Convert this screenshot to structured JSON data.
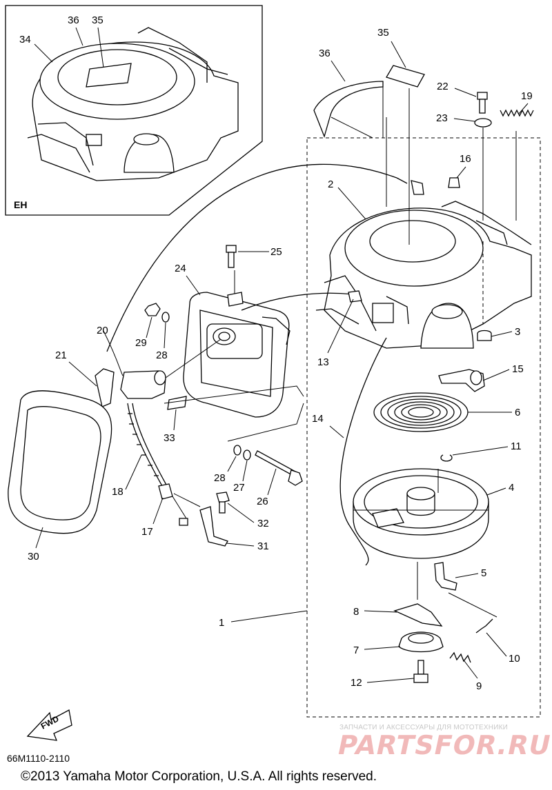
{
  "inset": {
    "label": "EH",
    "callouts": [
      "34",
      "36",
      "35"
    ]
  },
  "callouts": [
    {
      "id": "c36",
      "text": "36"
    },
    {
      "id": "c35",
      "text": "35"
    },
    {
      "id": "c22",
      "text": "22"
    },
    {
      "id": "c19",
      "text": "19"
    },
    {
      "id": "c23",
      "text": "23"
    },
    {
      "id": "c16",
      "text": "16"
    },
    {
      "id": "c2",
      "text": "2"
    },
    {
      "id": "c25",
      "text": "25"
    },
    {
      "id": "c24",
      "text": "24"
    },
    {
      "id": "c3",
      "text": "3"
    },
    {
      "id": "c20",
      "text": "20"
    },
    {
      "id": "c29",
      "text": "29"
    },
    {
      "id": "c28a",
      "text": "28"
    },
    {
      "id": "c21",
      "text": "21"
    },
    {
      "id": "c13",
      "text": "13"
    },
    {
      "id": "c15",
      "text": "15"
    },
    {
      "id": "c6",
      "text": "6"
    },
    {
      "id": "c14",
      "text": "14"
    },
    {
      "id": "c33",
      "text": "33"
    },
    {
      "id": "c11",
      "text": "11"
    },
    {
      "id": "c28b",
      "text": "28"
    },
    {
      "id": "c27",
      "text": "27"
    },
    {
      "id": "c18",
      "text": "18"
    },
    {
      "id": "c26",
      "text": "26"
    },
    {
      "id": "c4",
      "text": "4"
    },
    {
      "id": "c32",
      "text": "32"
    },
    {
      "id": "c17",
      "text": "17"
    },
    {
      "id": "c31",
      "text": "31"
    },
    {
      "id": "c30",
      "text": "30"
    },
    {
      "id": "c5",
      "text": "5"
    },
    {
      "id": "c1",
      "text": "1"
    },
    {
      "id": "c8",
      "text": "8"
    },
    {
      "id": "c10",
      "text": "10"
    },
    {
      "id": "c7",
      "text": "7"
    },
    {
      "id": "c9",
      "text": "9"
    },
    {
      "id": "c12",
      "text": "12"
    }
  ],
  "fwd_label": "FWD",
  "diagram_code": "66M1110-2110",
  "copyright": "©2013 Yamaha Motor Corporation, U.S.A. All rights reserved.",
  "watermark": {
    "tagline": "ЗАПЧАСТИ И АКСЕССУАРЫ ДЛЯ МОТОТЕХНИКИ",
    "brand": "PARTSFOR.RU"
  }
}
